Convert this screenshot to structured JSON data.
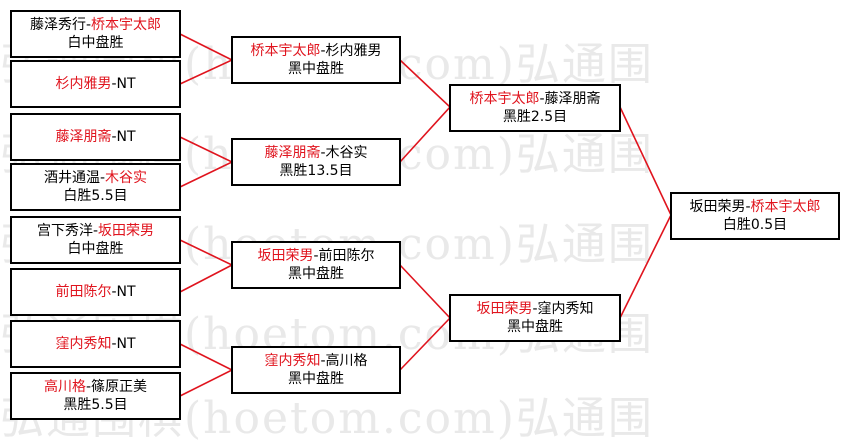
{
  "watermark": "弘通围棋(hoetom.com)弘通围",
  "bracket": {
    "round1": [
      {
        "left": "藤泽秀行",
        "sep": "-",
        "right": "桥本宇太郎",
        "winner": "right",
        "result": "白中盘胜"
      },
      {
        "left": "杉内雅男",
        "sep": "-",
        "right": "NT",
        "winner": "left",
        "result": ""
      },
      {
        "left": "藤泽朋斋",
        "sep": "-",
        "right": "NT",
        "winner": "left",
        "result": ""
      },
      {
        "left": "酒井通温",
        "sep": "-",
        "right": "木谷实",
        "winner": "right",
        "result": "白胜5.5目"
      },
      {
        "left": "宫下秀洋",
        "sep": "-",
        "right": "坂田荣男",
        "winner": "right",
        "result": "白中盘胜"
      },
      {
        "left": "前田陈尔",
        "sep": "-",
        "right": "NT",
        "winner": "left",
        "result": ""
      },
      {
        "left": "窪内秀知",
        "sep": "-",
        "right": "NT",
        "winner": "left",
        "result": ""
      },
      {
        "left": "高川格",
        "sep": "-",
        "right": "篠原正美",
        "winner": "left",
        "result": "黑胜5.5目"
      }
    ],
    "round2": [
      {
        "left": "桥本宇太郎",
        "sep": "-",
        "right": "杉内雅男",
        "winner": "left",
        "result": "黑中盘胜"
      },
      {
        "left": "藤泽朋斋",
        "sep": "-",
        "right": "木谷实",
        "winner": "left",
        "result": "黑胜13.5目"
      },
      {
        "left": "坂田荣男",
        "sep": "-",
        "right": "前田陈尔",
        "winner": "left",
        "result": "黑中盘胜"
      },
      {
        "left": "窪内秀知",
        "sep": "-",
        "right": "高川格",
        "winner": "left",
        "result": "黑中盘胜"
      }
    ],
    "round3": [
      {
        "left": "桥本宇太郎",
        "sep": "-",
        "right": "藤泽朋斋",
        "winner": "left",
        "result": "黑胜2.5目"
      },
      {
        "left": "坂田荣男",
        "sep": "-",
        "right": "窪内秀知",
        "winner": "left",
        "result": "黑中盘胜"
      }
    ],
    "final": [
      {
        "left": "坂田荣男",
        "sep": "-",
        "right": "桥本宇太郎",
        "winner": "right",
        "result": "白胜0.5目"
      }
    ]
  },
  "colors": {
    "winner": "#e0141e",
    "connector": "#e0141e",
    "border": "#000000"
  }
}
